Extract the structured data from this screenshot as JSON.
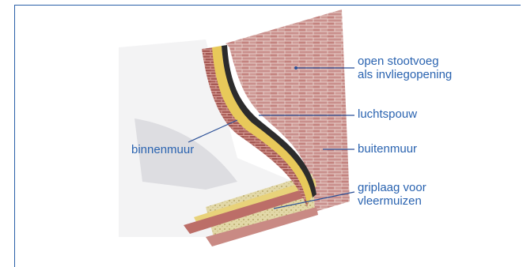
{
  "labels": {
    "open_stootvoeg": [
      "open stootvoeg",
      "als invliegopening"
    ],
    "luchtspouw": "luchtspouw",
    "binnenmuur": "binnenmuur",
    "buitenmuur": "buitenmuur",
    "griplaag": [
      "griplaag voor",
      "vleermuizen"
    ]
  },
  "colors": {
    "label_text": "#2a63b0",
    "leader_line": "#2a4f96",
    "frame": "#2a5fa8",
    "brick_outer": "#c98a8a",
    "mortar": "#e9d3cf",
    "insulation": "#e6c75a",
    "cavity": "#2b2b2b",
    "grip_layer": "#d8cc9a"
  }
}
